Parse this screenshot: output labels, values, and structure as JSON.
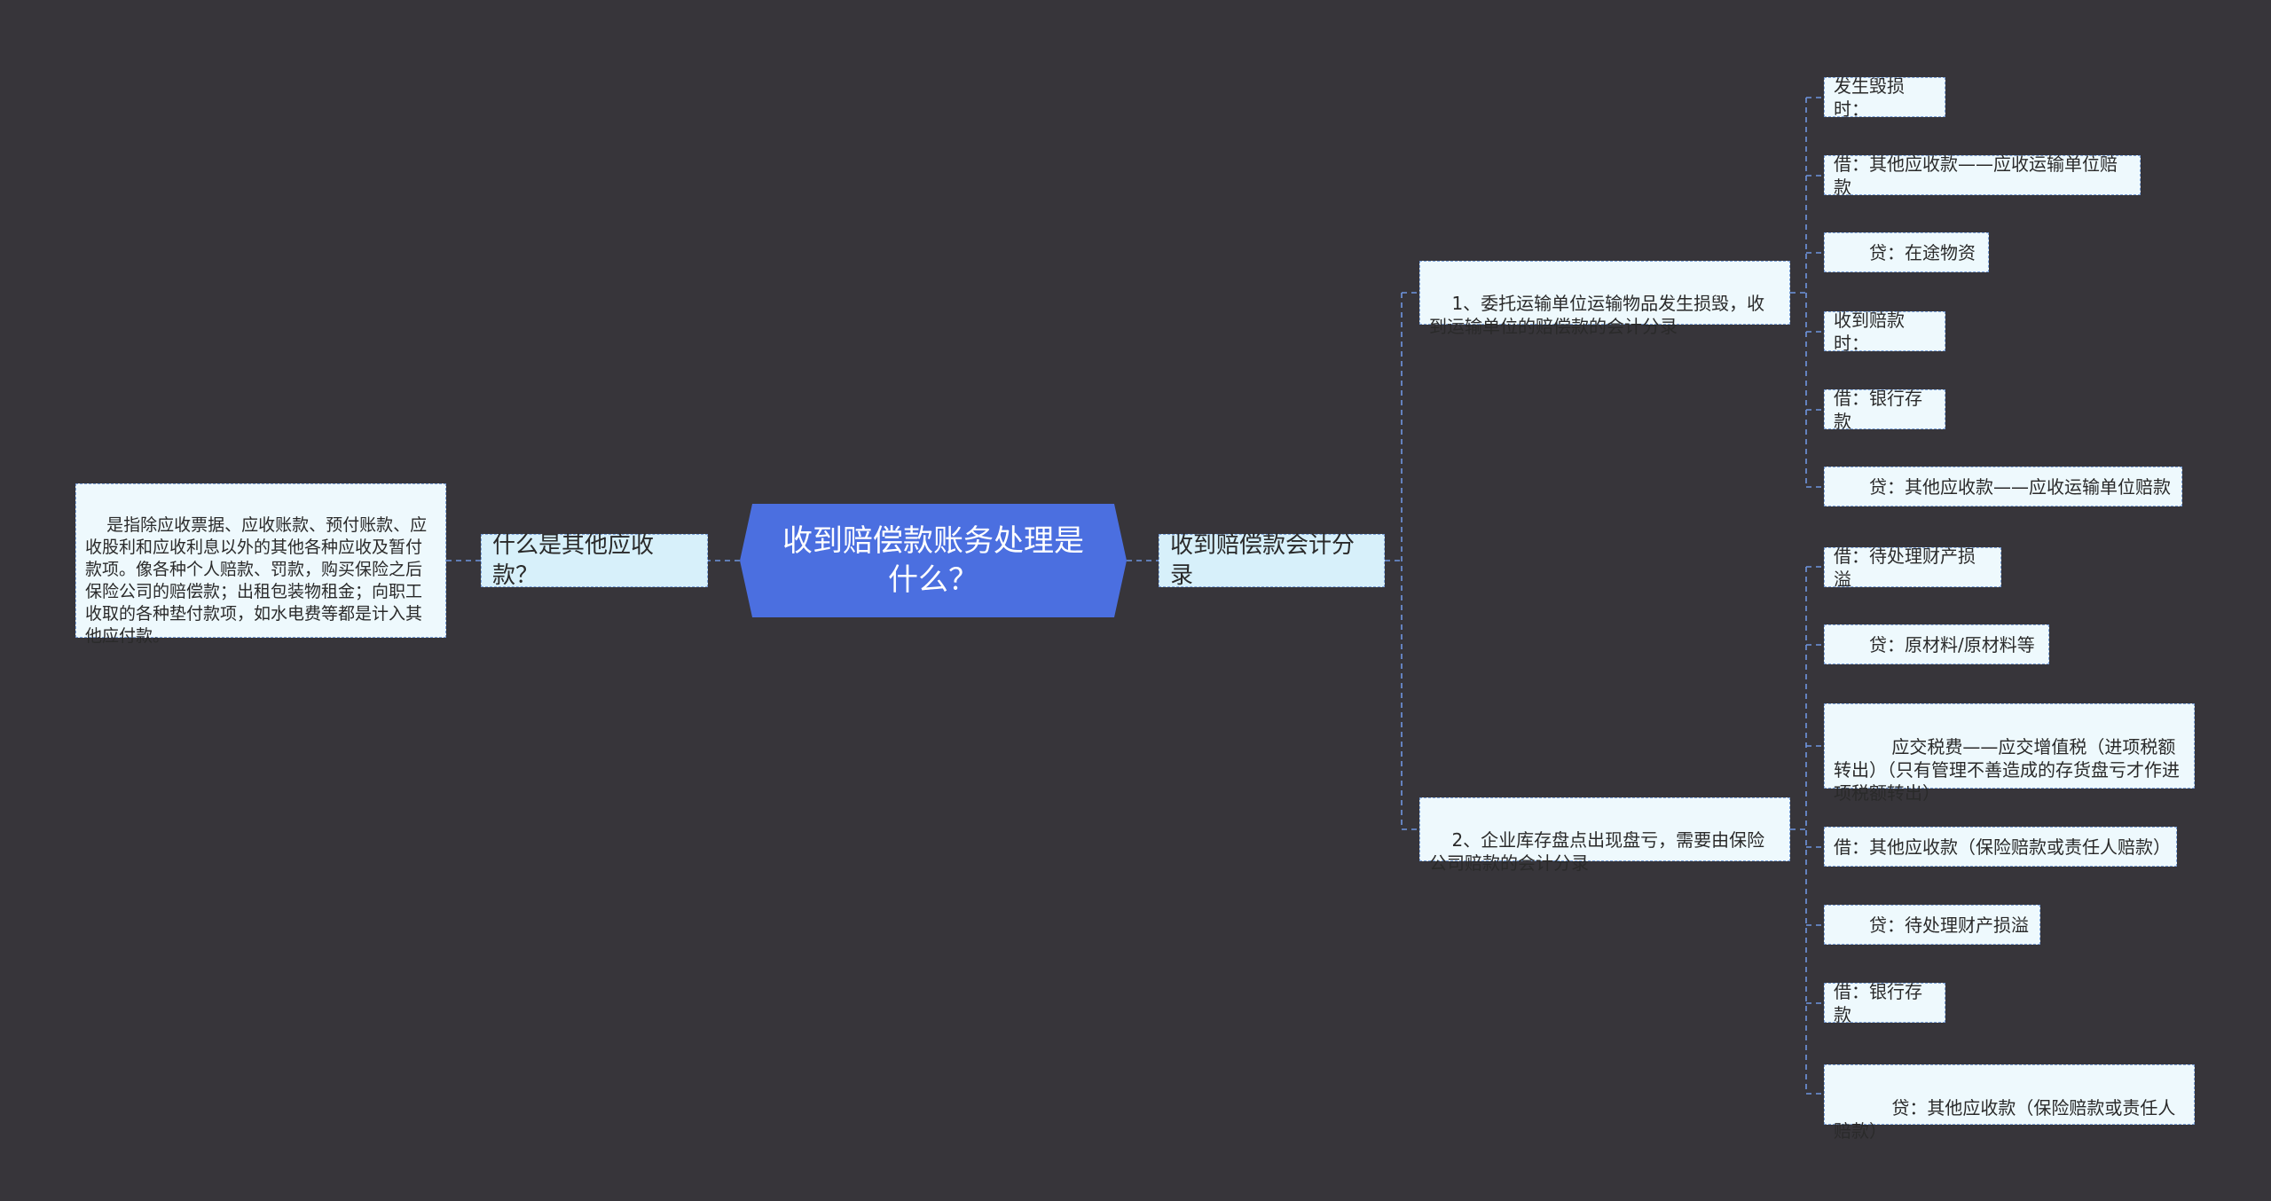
{
  "root": {
    "label": "收到赔偿款账务处理是什么？"
  },
  "left": {
    "topic": "什么是其他应收款？",
    "detail": "是指除应收票据、应收账款、预付账款、应收股利和应收利息以外的其他各种应收及暂付款项。像各种个人赔款、罚款，购买保险之后保险公司的赔偿款；出租包装物租金；向职工收取的各种垫付款项，如水电费等都是计入其他应付款。"
  },
  "right": {
    "topic": "收到赔偿款会计分录",
    "case1": {
      "title": "1、委托运输单位运输物品发生损毁，收到运输单位的赔偿款的会计分录",
      "entries": [
        "发生毁损时：",
        "借：其他应收款——应收运输单位赔款",
        "　　贷：在途物资",
        "收到赔款时：",
        "借：银行存款",
        "　　贷：其他应收款——应收运输单位赔款"
      ]
    },
    "case2": {
      "title": "2、企业库存盘点出现盘亏，需要由保险公司赔款的会计分录",
      "entries": [
        "借：待处理财产损溢",
        "　　贷：原材料/原材料等",
        "　　应交税费——应交增值税（进项税额转出）（只有管理不善造成的存货盘亏才作进项税额转出）",
        "借：其他应收款（保险赔款或责任人赔款）",
        "　　贷：待处理财产损溢",
        "借：银行存款",
        "　　贷：其他应收款（保险赔款或责任人赔款）"
      ]
    }
  },
  "colors": {
    "background": "#37353a",
    "root_fill": "#4b6fe0",
    "node_fill": "#eef9fd",
    "topic_fill": "#d7f0fa",
    "connector": "#6f95e0"
  }
}
